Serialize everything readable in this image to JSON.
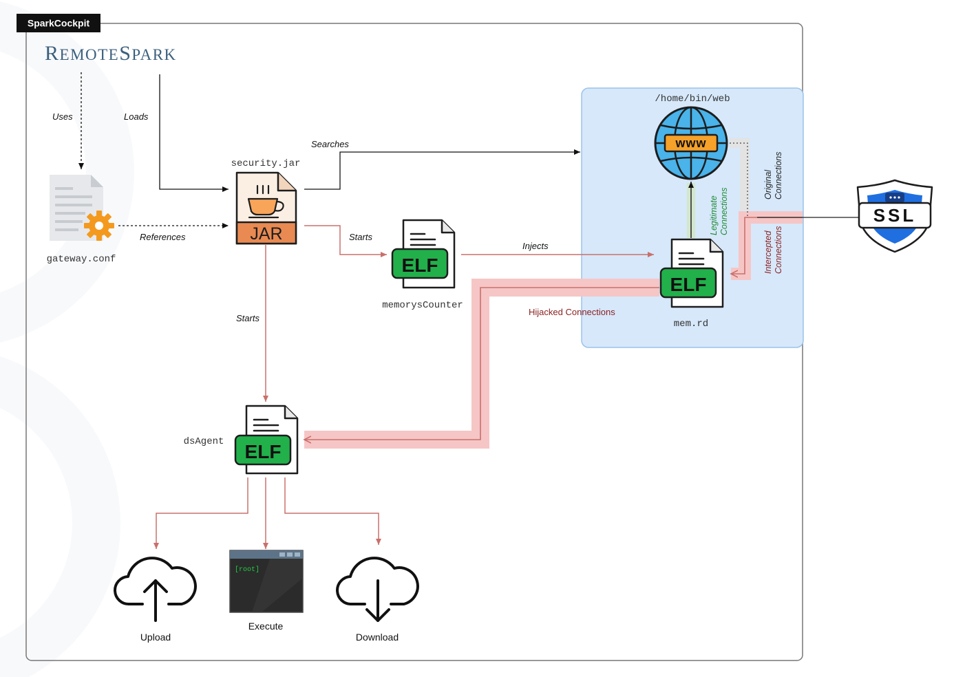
{
  "frame_label": "SparkCockpit",
  "brand": {
    "first_letter": "R",
    "first_rest": "EMOTE",
    "second_letter": "S",
    "second_rest": "PARK"
  },
  "nodes": {
    "gateway_conf": "gateway.conf",
    "security_jar": "security.jar",
    "jar_badge": "JAR",
    "memorys_counter": "memorysCounter",
    "mem_rd": "mem.rd",
    "ds_agent": "dsAgent",
    "home_bin_web": "/home/bin/web",
    "www_badge": "www",
    "ssl_badge": "SSL",
    "elf_badge": "ELF",
    "terminal_prompt": "[root]",
    "upload": "Upload",
    "execute": "Execute",
    "download": "Download"
  },
  "edges": {
    "uses": "Uses",
    "loads": "Loads",
    "searches": "Searches",
    "references": "References",
    "starts_mem": "Starts",
    "injects": "Injects",
    "starts_agent": "Starts",
    "hijacked": "Hijacked Connections",
    "legit_1": "Legitimate",
    "legit_2": "Connections",
    "orig_1": "Original",
    "orig_2": "Connections",
    "inter_1": "Intercepted",
    "inter_2": "Connections"
  },
  "colors": {
    "red_line": "#c9706b",
    "hijack_band": "#f6c6c6",
    "elf_green": "#22b04b",
    "jar_orange": "#e98a52",
    "web_panel": "#d6e8fa",
    "globe_blue": "#49b3ea",
    "ssl_blue": "#1f6fe0",
    "brand_blue": "#3b5f7c",
    "legit_green": "#1f8a34",
    "dark_red_text": "#8a1f1f"
  }
}
